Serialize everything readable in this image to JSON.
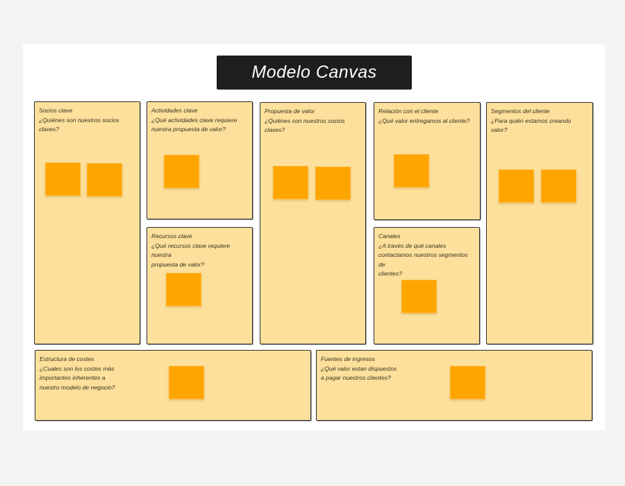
{
  "title": "Modelo Canvas",
  "colors": {
    "background": "#f3f3f3",
    "board": "#ffffff",
    "title_bg": "#1e1e1e",
    "panel_bg": "#fce09b",
    "panel_border": "#2b2b2b",
    "sticky": "#ffa500"
  },
  "panels": {
    "socios": {
      "title": "Socios clave",
      "question": "¿Quiénes son nuestros socios\nclaves?",
      "sticky_count": 2
    },
    "actividades": {
      "title": "Actividades clave",
      "question": "¿Qué actividades clave requiere\nnuestra propuesta de valor?",
      "sticky_count": 1
    },
    "recursos": {
      "title": "Recursos clave",
      "question": "¿Qué recursos clave requiere nuestra\npropuesta de valor?",
      "sticky_count": 1
    },
    "propuesta": {
      "title": "Propuesta de valor",
      "question": "¿Quiénes son nuestros socios\nclaves?",
      "sticky_count": 2
    },
    "relacion": {
      "title": "Relación con el cliente",
      "question": "¿Qué valor entregamos al cliente?",
      "sticky_count": 1
    },
    "canales": {
      "title": "Canales",
      "question": "¿A través de qué canales\ncontactamos nuestros segmentos de\nclientes?",
      "sticky_count": 1
    },
    "segmentos": {
      "title": "Segmentos del cliente",
      "question": "¿Para quién estamos creando valor?",
      "sticky_count": 2
    },
    "costes": {
      "title": "Estructura de costes",
      "question": "¿Cuales son los costes más\nimportantes inherentes a\nnuestro modelo de negocio?",
      "sticky_count": 1
    },
    "ingresos": {
      "title": "Fuentes de ingresos",
      "question": "¿Qué valor estan dispuestos\na pagar nuestros clientes?",
      "sticky_count": 1
    }
  }
}
